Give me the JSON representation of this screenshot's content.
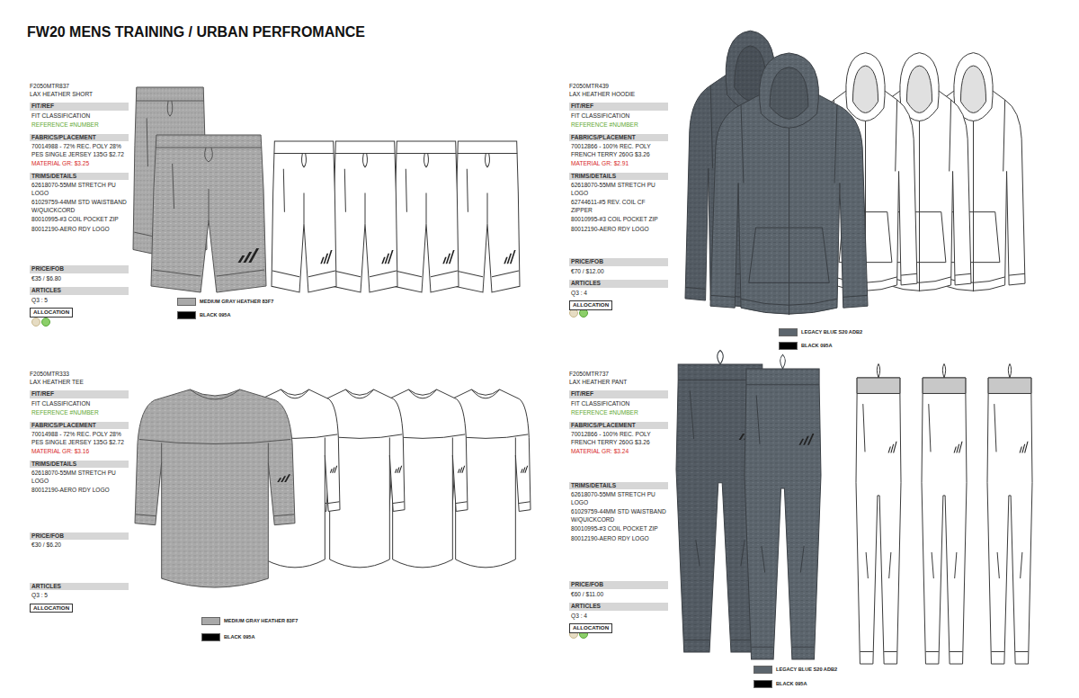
{
  "diagram": {
    "title": "FW20 MENS TRAINING / URBAN PERFROMANCE",
    "nodes": [
      {
        "text": [
          "FIT/REF",
          "FIT CLASSIFICATION",
          "REFERENCE #NUMBER"
        ]
      },
      {
        "text": [
          "FABRICS/PLACEMENT",
          "70014988 - 72% REC. POLY 28% PES SINGLE JERSEY 135G $2.72",
          "MATERIAL GR: $3.25"
        ]
      },
      {
        "text": [
          "TRIMS/DETAILS",
          "62618070-55MM STRETCH PU LOGO",
          "61029759-44MM STD WAISTBAND W/QUICKCORD",
          "80010995-#3 COIL POCKET ZIP",
          "80012190-AERO RDY LOGO"
        ]
      },
      {
        "text": [
          "PRICE/FOB",
          "€35 / $6.80"
        ]
      },
      {
        "text": [
          "ARTICLES",
          "Q3 : 5"
        ]
      },
      {
        "text": [
          "ALLOCATION"
        ]
      },
      {
        "text": [
          "FIT/REF",
          "FIT CLASSIFICATION",
          "REFERENCE #NUMBER"
        ]
      },
      {
        "text": [
          "FABRICS/PLACEMENT",
          "70012866 - 100% REC. POLY FRENCH TERRY 260G $3.26",
          "MATERIAL GR: $2.91"
        ]
      },
      {
        "text": [
          "TRIMS/DETAILS",
          "62618070-55MM STRETCH PU LOGO",
          "62744611-#5 REV. COIL CF ZIPPER",
          "80010995-#3 COIL POCKET ZIP",
          "80012190-AERO RDY LOGO"
        ]
      },
      {
        "text": [
          "PRICE/FOB",
          "€70 / $12.00"
        ]
      },
      {
        "text": [
          "ARTICLES",
          "Q3 : 4"
        ]
      },
      {
        "text": [
          "ALLOCATION"
        ]
      },
      {
        "text": [
          "FIT/REF",
          "FIT CLASSIFICATION",
          "REFERENCE #NUMBER"
        ]
      },
      {
        "text": [
          "FABRICS/PLACEMENT",
          "70014988 - 72% REC. POLY 28% PES SINGLE JERSEY 135G $2.72",
          "MATERIAL GR: $3.16"
        ]
      },
      {
        "text": [
          "TRIMS/DETAILS",
          "62618070-55MM STRETCH PU LOGO",
          "80012190-AERO RDY LOGO"
        ]
      },
      {
        "text": [
          "PRICE/FOB",
          "€30 / $6.20"
        ]
      },
      {
        "text": [
          "ARTICLES",
          "Q3 : 5"
        ]
      },
      {
        "text": [
          "ALLOCATION"
        ]
      },
      {
        "text": [
          "FIT/REF",
          "FIT CLASSIFICATION",
          "REFERENCE #NUMBER"
        ]
      },
      {
        "text": [
          "FABRICS/PLACEMENT",
          "70012866 - 100% REC. POLY FRENCH TERRY 260G $3.26",
          "MATERIAL GR: $3.24"
        ]
      },
      {
        "text": [
          "TRIMS/DETAILS",
          "62618070-55MM STRETCH PU LOGO",
          "61029759-44MM STD WAISTBAND W/QUICKCORD",
          "80010995-#3 COIL POCKET ZIP",
          "80012190-AERO RDY LOGO"
        ]
      },
      {
        "text": [
          "PRICE/FOB",
          "€60 / $11.00"
        ]
      },
      {
        "text": [
          "ARTICLES",
          "Q3 : 4"
        ]
      },
      {
        "text": [
          "ALLOCATION"
        ]
      }
    ],
    "labels": [
      "F2050MTR837",
      "LAX HEATHER SHORT",
      "F2050MTR439",
      "LAX HEATHER HOODIE",
      "F2050MTR333",
      "LAX HEATHER TEE",
      "F2050MTR737",
      "LAX HEATHER PANT"
    ],
    "legend": [
      {
        "text": "MEDIUM GRAY HEATHER 83F7",
        "color": "#a9a9a9"
      },
      {
        "text": "BLACK 095A",
        "color": "#000000"
      },
      {
        "text": "LEGACY BLUE S20 ADB2",
        "color": "#5c656d"
      },
      {
        "text": "BLACK 095A",
        "color": "#000000"
      },
      {
        "text": "MEDIUM GRAY HEATHER 83F7",
        "color": "#a9a9a9"
      },
      {
        "text": "BLACK 095A",
        "color": "#000000"
      },
      {
        "text": "LEGACY BLUE S20 ADB2",
        "color": "#5c656d"
      },
      {
        "text": "BLACK 095A",
        "color": "#000000"
      }
    ]
  }
}
